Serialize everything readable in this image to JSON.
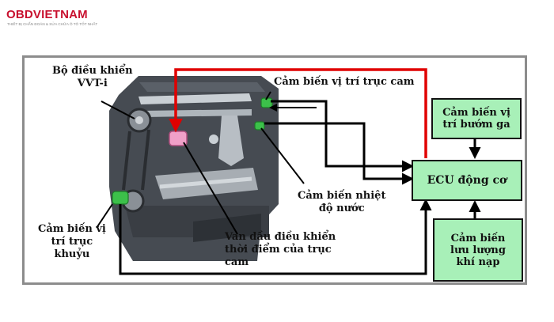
{
  "brand": {
    "name": "OBDVIETNAM",
    "tagline": "THIẾT BỊ CHẨN ĐOÁN & SỬA CHỮA Ô TÔ TỐT NHẤT"
  },
  "labels": {
    "vvti_controller": "Bộ điều khiển\nVVT-i",
    "cam_position_sensor": "Cảm biến vị trí trục cam",
    "coolant_temp_sensor": "Cảm biến nhiệt\nđộ nước",
    "crank_position_sensor": "Cảm biến vị\ntrí trục\nkhuỷu",
    "ocv": "Van dầu điều khiển\nthời điểm của trục\ncam"
  },
  "boxes": {
    "ecu": "ECU động cơ",
    "throttle_sensor": "Cảm biến vị\ntrí bướm ga",
    "maf_sensor": "Cảm biến\nlưu lượng\nkhí nạp"
  },
  "colors": {
    "box_fill": "#a8f0b8",
    "control_line": "#e00000",
    "signal_line": "#000000",
    "sensor_green": "#3cc04a",
    "ocv_pink": "#f0a0c8",
    "engine_body": "#454a50"
  }
}
